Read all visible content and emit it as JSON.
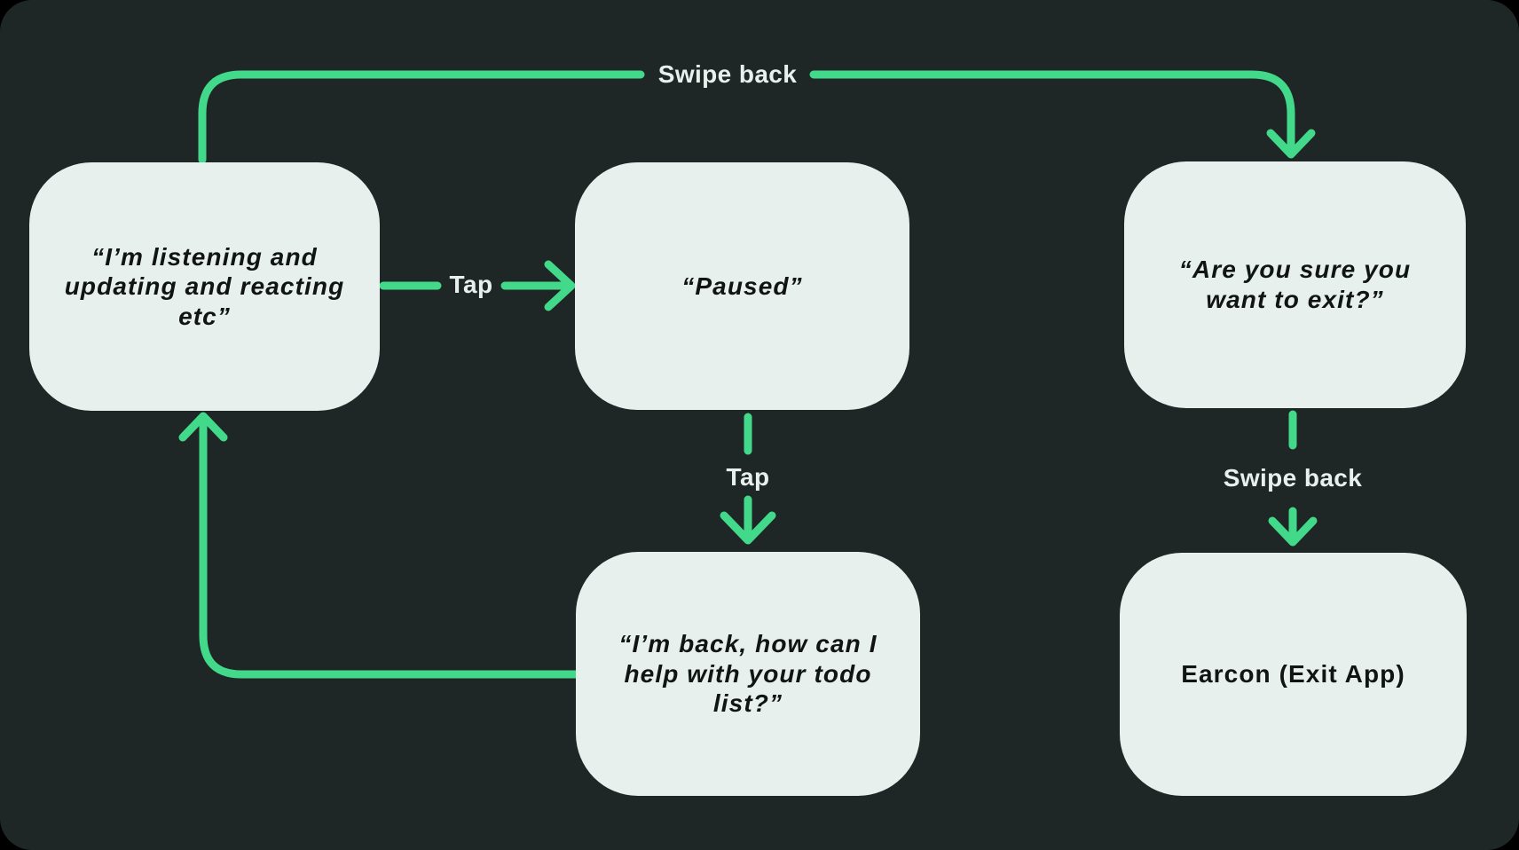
{
  "diagram": {
    "colors": {
      "canvas": "#000000",
      "background": "#1e2726",
      "node_fill": "#e8f0ed",
      "node_text": "#101413",
      "arrow": "#42d98a",
      "label_text": "#e8f0ed"
    },
    "nodes": {
      "listening": {
        "text": "“I’m listening and updating and reacting etc”"
      },
      "paused": {
        "text": "“Paused”"
      },
      "exit_confirm": {
        "text": "“Are you sure you want to exit?”"
      },
      "back_greeting": {
        "text": "“I’m back, how can I help with your todo list?”"
      },
      "earcon": {
        "text": "Earcon (Exit App)"
      }
    },
    "edges": {
      "swipe_back_top": {
        "label": "Swipe back"
      },
      "tap_to_paused": {
        "label": "Tap"
      },
      "tap_to_back": {
        "label": "Tap"
      },
      "swipe_back_to_earcon": {
        "label": "Swipe back"
      }
    }
  }
}
